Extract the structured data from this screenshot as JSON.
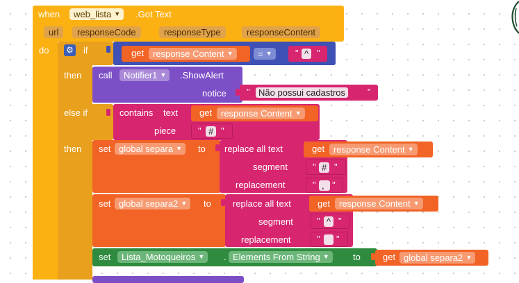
{
  "event": {
    "when": "when",
    "component": "web_lista",
    "event_name": ".Got Text",
    "params": [
      "url",
      "responseCode",
      "responseType",
      "responseContent"
    ],
    "do": "do"
  },
  "if_block": {
    "if": "if",
    "then": "then",
    "else_if": "else if",
    "then2": "then"
  },
  "cond1": {
    "get": "get",
    "var": "response Content",
    "op": "=",
    "str": "^"
  },
  "call": {
    "call": "call",
    "component": "Notifier1",
    "method": ".ShowAlert",
    "notice": "notice",
    "message": "Não possui cadastros"
  },
  "cond2": {
    "contains": "contains",
    "text": "text",
    "get": "get",
    "var": "response Content",
    "piece": "piece",
    "str": "#"
  },
  "set1": {
    "set": "set",
    "var": "global separa",
    "to": "to",
    "replace": "replace all text",
    "get": "get",
    "get_var": "response Content",
    "segment": "segment",
    "segment_val": "#",
    "replacement": "replacement",
    "replacement_val": ","
  },
  "set2": {
    "set": "set",
    "var": "global separa2",
    "to": "to",
    "replace": "replace all text",
    "get": "get",
    "get_var": "response Content",
    "segment": "segment",
    "segment_val": "^",
    "replacement": "replacement",
    "replacement_val": ""
  },
  "set3": {
    "set": "set",
    "component": "Lista_Motoqueiros",
    "property": "Elements From String",
    "to": "to",
    "get": "get",
    "get_var": "global separa2"
  },
  "colors": {
    "event": "#fcb113",
    "control": "#e9a01c",
    "call": "#7d4fc7",
    "text": "#d7266f",
    "var_get": "#f26326",
    "set": "#f26326",
    "compare": "#3f51b5",
    "component_set": "#2e8b3f"
  }
}
